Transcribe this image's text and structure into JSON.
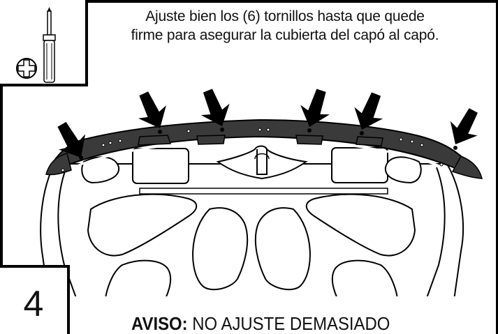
{
  "instruction": {
    "line1": "Ajuste bien los (6) tornillos hasta que quede",
    "line2": "firme para asegurar la cubierta del capó al capó."
  },
  "tool_icon": "phillips-screwdriver-icon",
  "step": {
    "number": "4"
  },
  "warning": {
    "label": "AVISO:",
    "text": "NO AJUSTE DEMASIADO"
  },
  "screw_count": 6,
  "colors": {
    "line": "#000000",
    "cover": "#3a3a3a",
    "background": "#ffffff"
  }
}
